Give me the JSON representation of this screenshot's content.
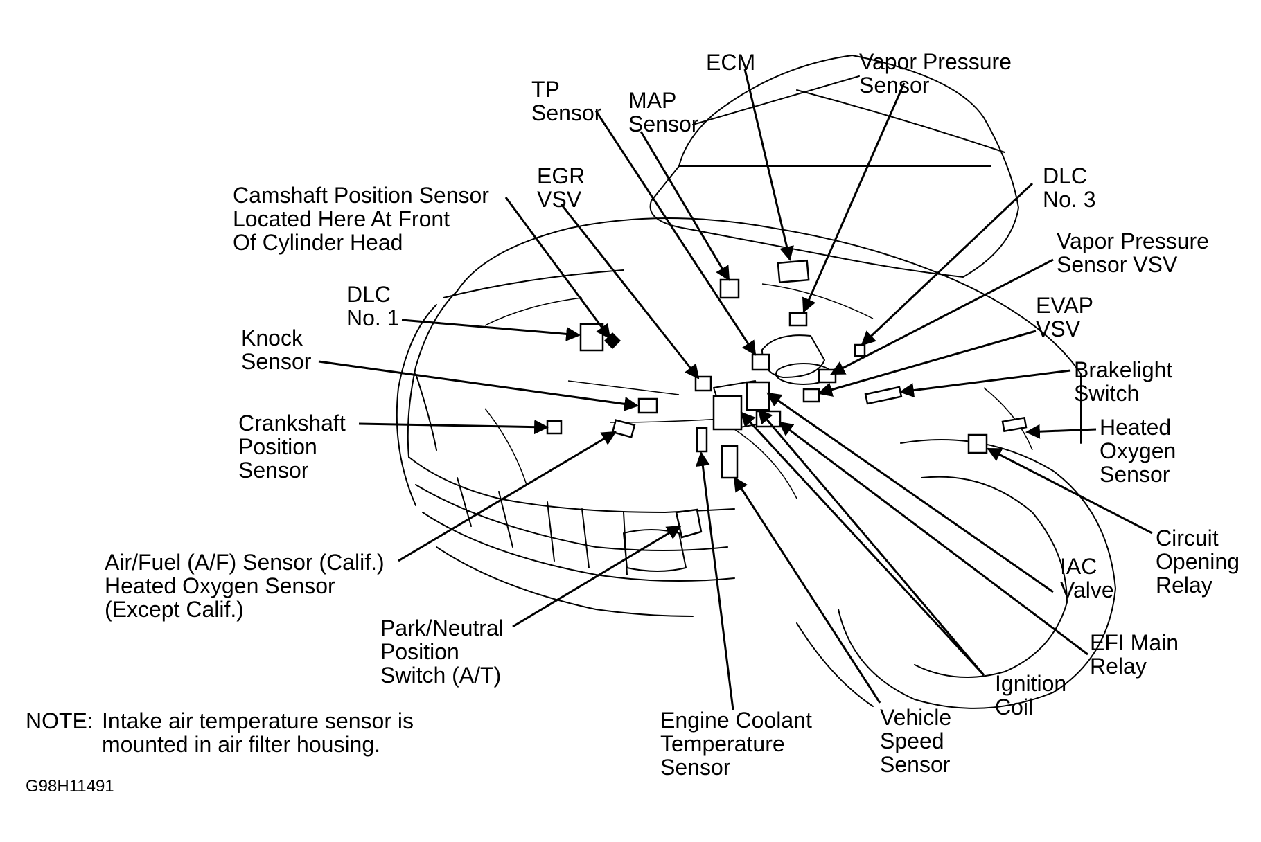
{
  "labels": {
    "ecm": "ECM",
    "vapor_pressure_sensor": [
      "Vapor Pressure",
      "Sensor"
    ],
    "tp_sensor": [
      "TP",
      "Sensor"
    ],
    "map_sensor": [
      "MAP",
      "Sensor"
    ],
    "egr_vsv": [
      "EGR",
      "VSV"
    ],
    "dlc3": [
      "DLC",
      "No. 3"
    ],
    "camshaft": [
      "Camshaft Position Sensor",
      "Located Here At Front",
      "Of Cylinder Head"
    ],
    "vapor_pressure_vsv": [
      "Vapor Pressure",
      "Sensor VSV"
    ],
    "dlc1": [
      "DLC",
      "No. 1"
    ],
    "evap_vsv": [
      "EVAP",
      "VSV"
    ],
    "knock": [
      "Knock",
      "Sensor"
    ],
    "brakelight": [
      "Brakelight",
      "Switch"
    ],
    "crankshaft": [
      "Crankshaft",
      "Position",
      "Sensor"
    ],
    "heated_oxygen": [
      "Heated",
      "Oxygen",
      "Sensor"
    ],
    "circuit_opening": [
      "Circuit",
      "Opening",
      "Relay"
    ],
    "af_sensor": [
      "Air/Fuel (A/F) Sensor (Calif.)",
      "Heated Oxygen Sensor",
      "(Except Calif.)"
    ],
    "iac": [
      "IAC",
      "Valve"
    ],
    "park_neutral": [
      "Park/Neutral",
      "Position",
      "Switch (A/T)"
    ],
    "efi_relay": [
      "EFI Main",
      "Relay"
    ],
    "ignition_coil": [
      "Ignition",
      "Coil"
    ],
    "vehicle_speed": [
      "Vehicle",
      "Speed",
      "Sensor"
    ],
    "ect": [
      "Engine Coolant",
      "Temperature",
      "Sensor"
    ]
  },
  "note": {
    "prefix": "NOTE:",
    "lines": [
      "Intake air temperature sensor is",
      "mounted in air filter housing."
    ]
  },
  "figure_code": "G98H11491"
}
